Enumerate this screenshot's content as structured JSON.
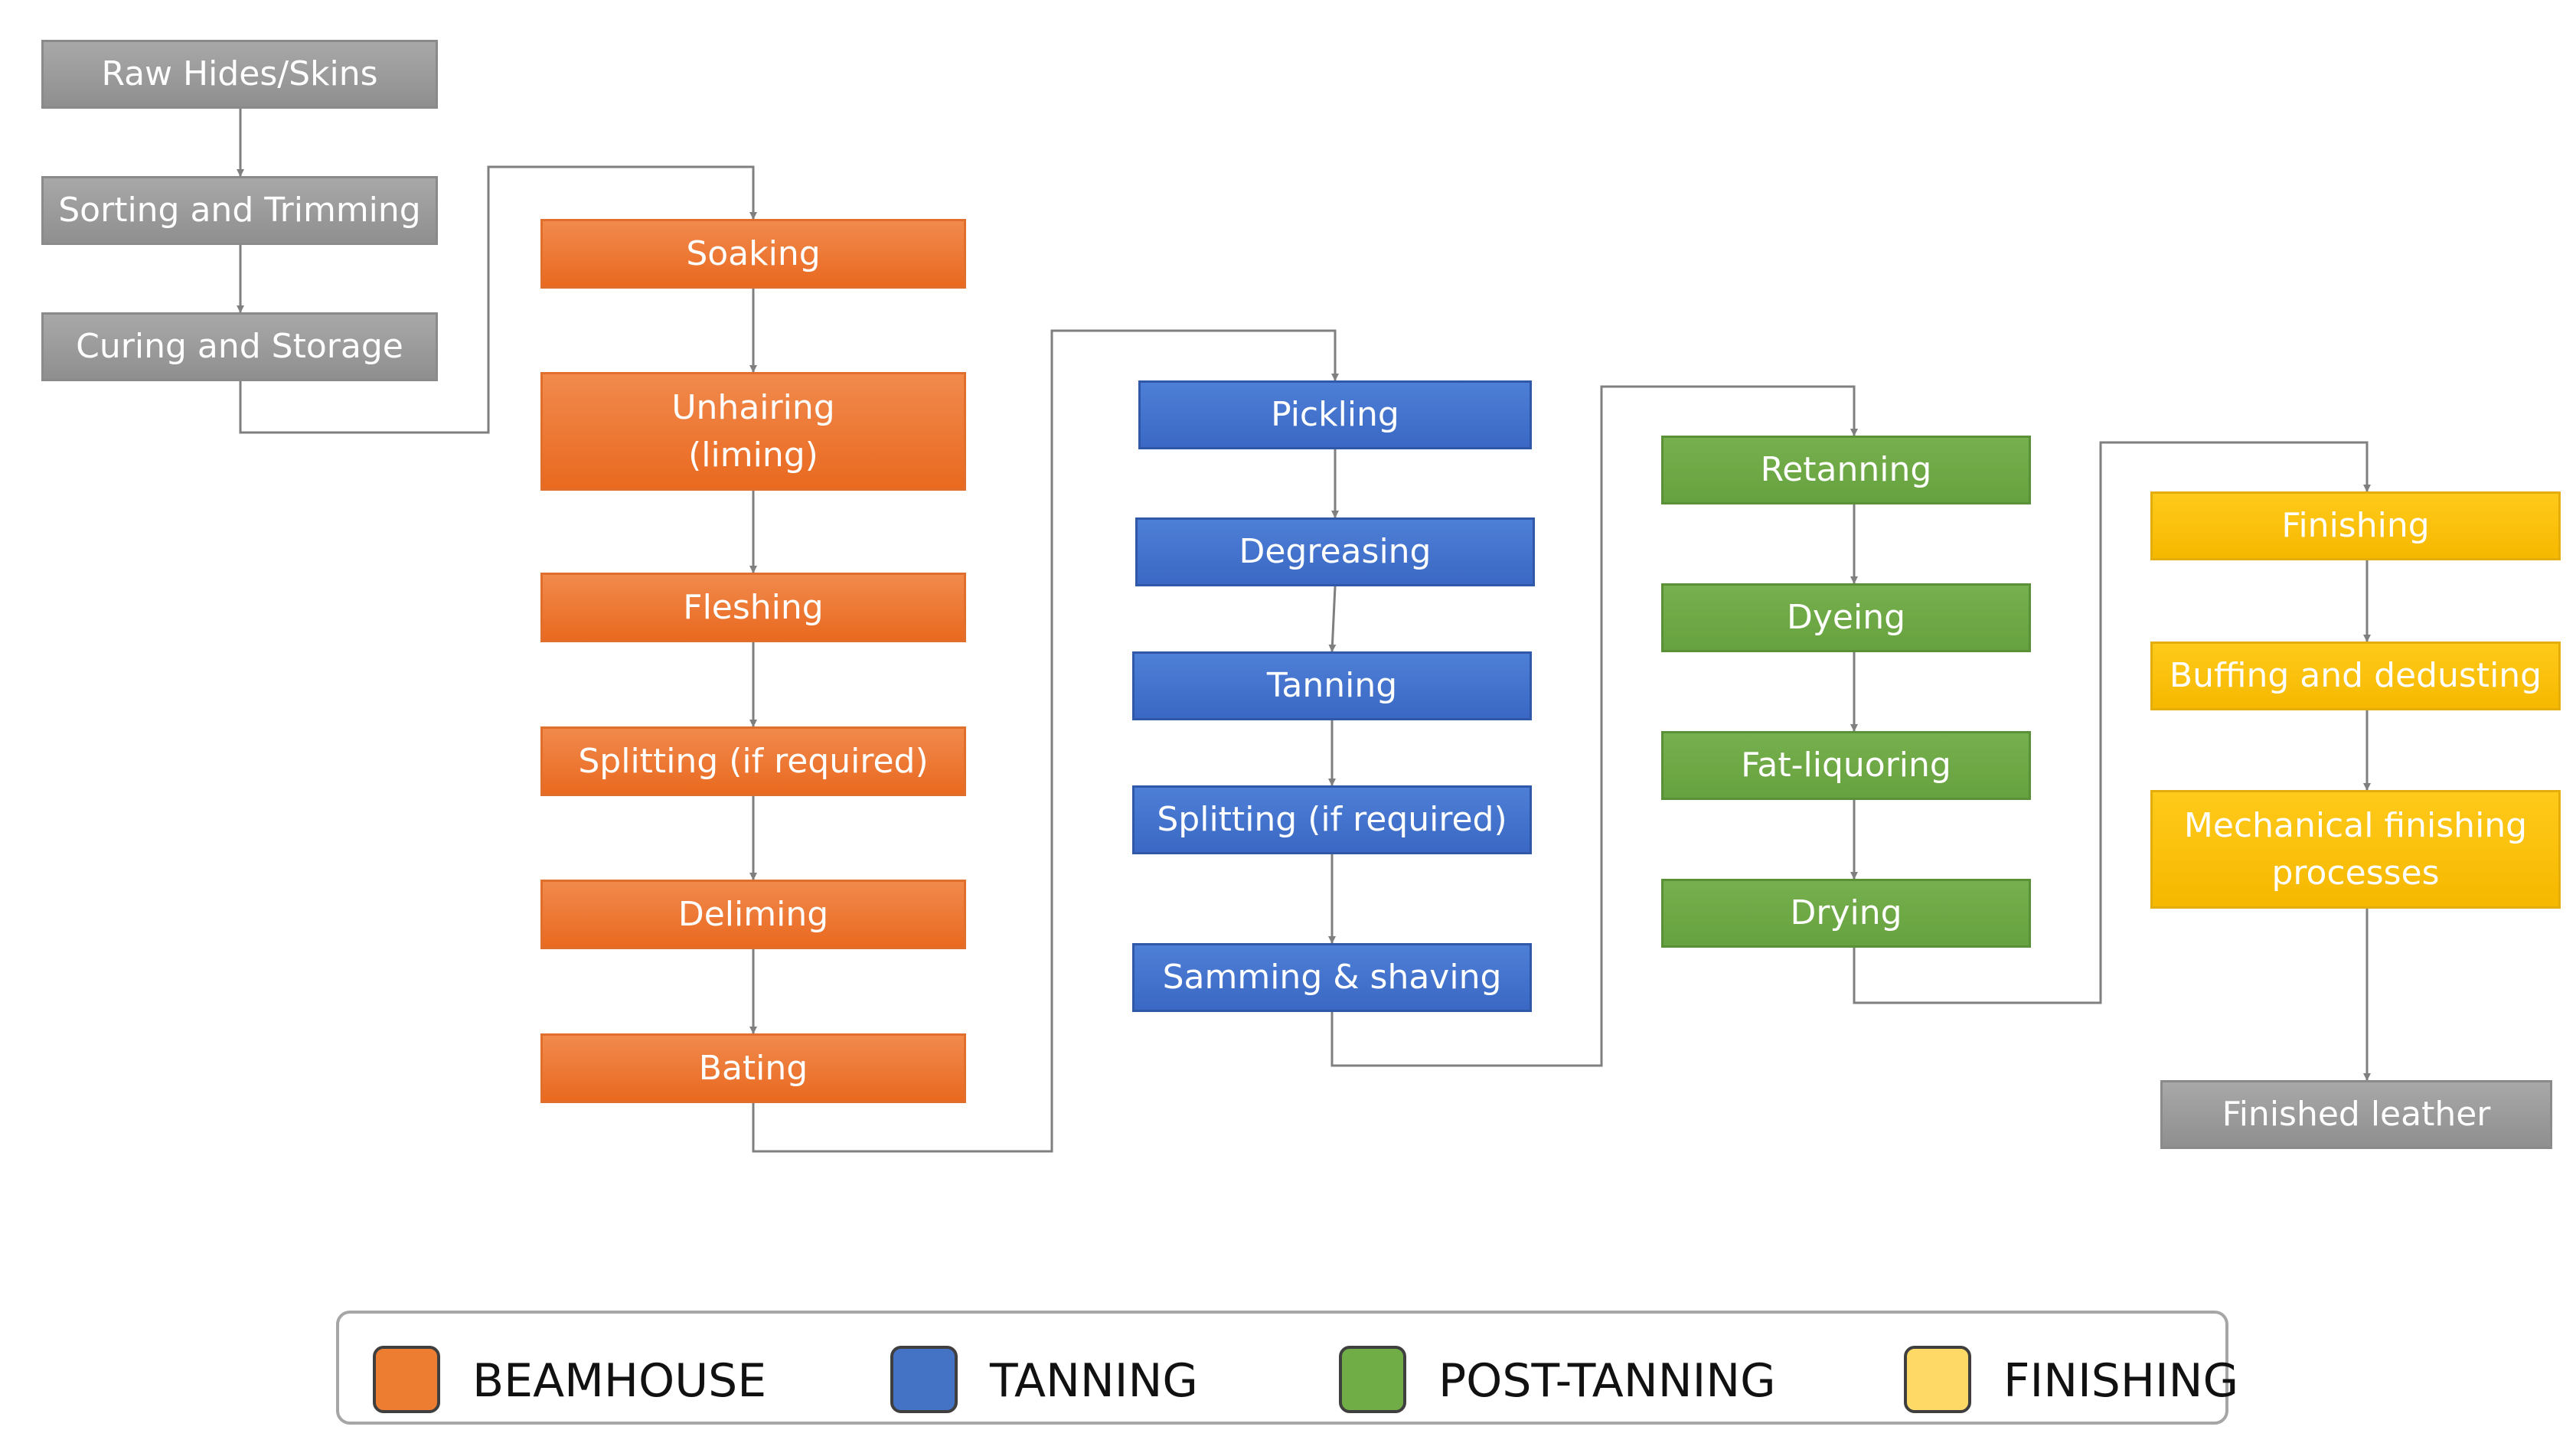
{
  "stages": [
    {
      "id": "raw",
      "label": "Raw Hides/Skins",
      "category": "grey"
    },
    {
      "id": "sort",
      "label": "Sorting and Trimming",
      "category": "grey"
    },
    {
      "id": "cure",
      "label": "Curing and Storage",
      "category": "grey"
    },
    {
      "id": "soak",
      "label": "Soaking",
      "category": "beamhouse"
    },
    {
      "id": "unhair",
      "label": "Unhairing\n(liming)",
      "category": "beamhouse"
    },
    {
      "id": "flesh",
      "label": "Fleshing",
      "category": "beamhouse"
    },
    {
      "id": "split1",
      "label": "Splitting (if required)",
      "category": "beamhouse"
    },
    {
      "id": "delime",
      "label": "Deliming",
      "category": "beamhouse"
    },
    {
      "id": "bate",
      "label": "Bating",
      "category": "beamhouse"
    },
    {
      "id": "pickle",
      "label": "Pickling",
      "category": "tanning"
    },
    {
      "id": "degrease",
      "label": "Degreasing",
      "category": "tanning"
    },
    {
      "id": "tan",
      "label": "Tanning",
      "category": "tanning"
    },
    {
      "id": "split2",
      "label": "Splitting (if required)",
      "category": "tanning"
    },
    {
      "id": "samm",
      "label": "Samming & shaving",
      "category": "tanning"
    },
    {
      "id": "retan",
      "label": "Retanning",
      "category": "post_tanning"
    },
    {
      "id": "dye",
      "label": "Dyeing",
      "category": "post_tanning"
    },
    {
      "id": "fat",
      "label": "Fat-liquoring",
      "category": "post_tanning"
    },
    {
      "id": "dry",
      "label": "Drying",
      "category": "post_tanning"
    },
    {
      "id": "finish",
      "label": "Finishing",
      "category": "finishing"
    },
    {
      "id": "buff",
      "label": "Buffing and dedusting",
      "category": "finishing"
    },
    {
      "id": "mech",
      "label": "Mechanical finishing\nprocesses",
      "category": "finishing"
    },
    {
      "id": "leather",
      "label": "Finished leather",
      "category": "grey"
    }
  ],
  "edges": [
    [
      "raw",
      "sort"
    ],
    [
      "sort",
      "cure"
    ],
    [
      "cure",
      "soak"
    ],
    [
      "soak",
      "unhair"
    ],
    [
      "unhair",
      "flesh"
    ],
    [
      "flesh",
      "split1"
    ],
    [
      "split1",
      "delime"
    ],
    [
      "delime",
      "bate"
    ],
    [
      "bate",
      "pickle"
    ],
    [
      "pickle",
      "degrease"
    ],
    [
      "degrease",
      "tan"
    ],
    [
      "tan",
      "split2"
    ],
    [
      "split2",
      "samm"
    ],
    [
      "samm",
      "retan"
    ],
    [
      "retan",
      "dye"
    ],
    [
      "dye",
      "fat"
    ],
    [
      "fat",
      "dry"
    ],
    [
      "dry",
      "finish"
    ],
    [
      "finish",
      "buff"
    ],
    [
      "buff",
      "mech"
    ],
    [
      "mech",
      "leather"
    ]
  ],
  "legend": [
    {
      "key": "beamhouse",
      "label": "BEAMHOUSE",
      "color": "#ed7d31"
    },
    {
      "key": "tanning",
      "label": "TANNING",
      "color": "#4472c4"
    },
    {
      "key": "post_tanning",
      "label": "POST-TANNING",
      "color": "#70ad47"
    },
    {
      "key": "finishing",
      "label": "FINISHING",
      "color": "#ffd966"
    }
  ],
  "colors": {
    "grey": "#9c9c9c",
    "beamhouse": "#ed7d31",
    "tanning": "#4472c4",
    "post_tanning": "#70ad47",
    "finishing": "#ffc000",
    "connector": "#7f7f7f"
  }
}
